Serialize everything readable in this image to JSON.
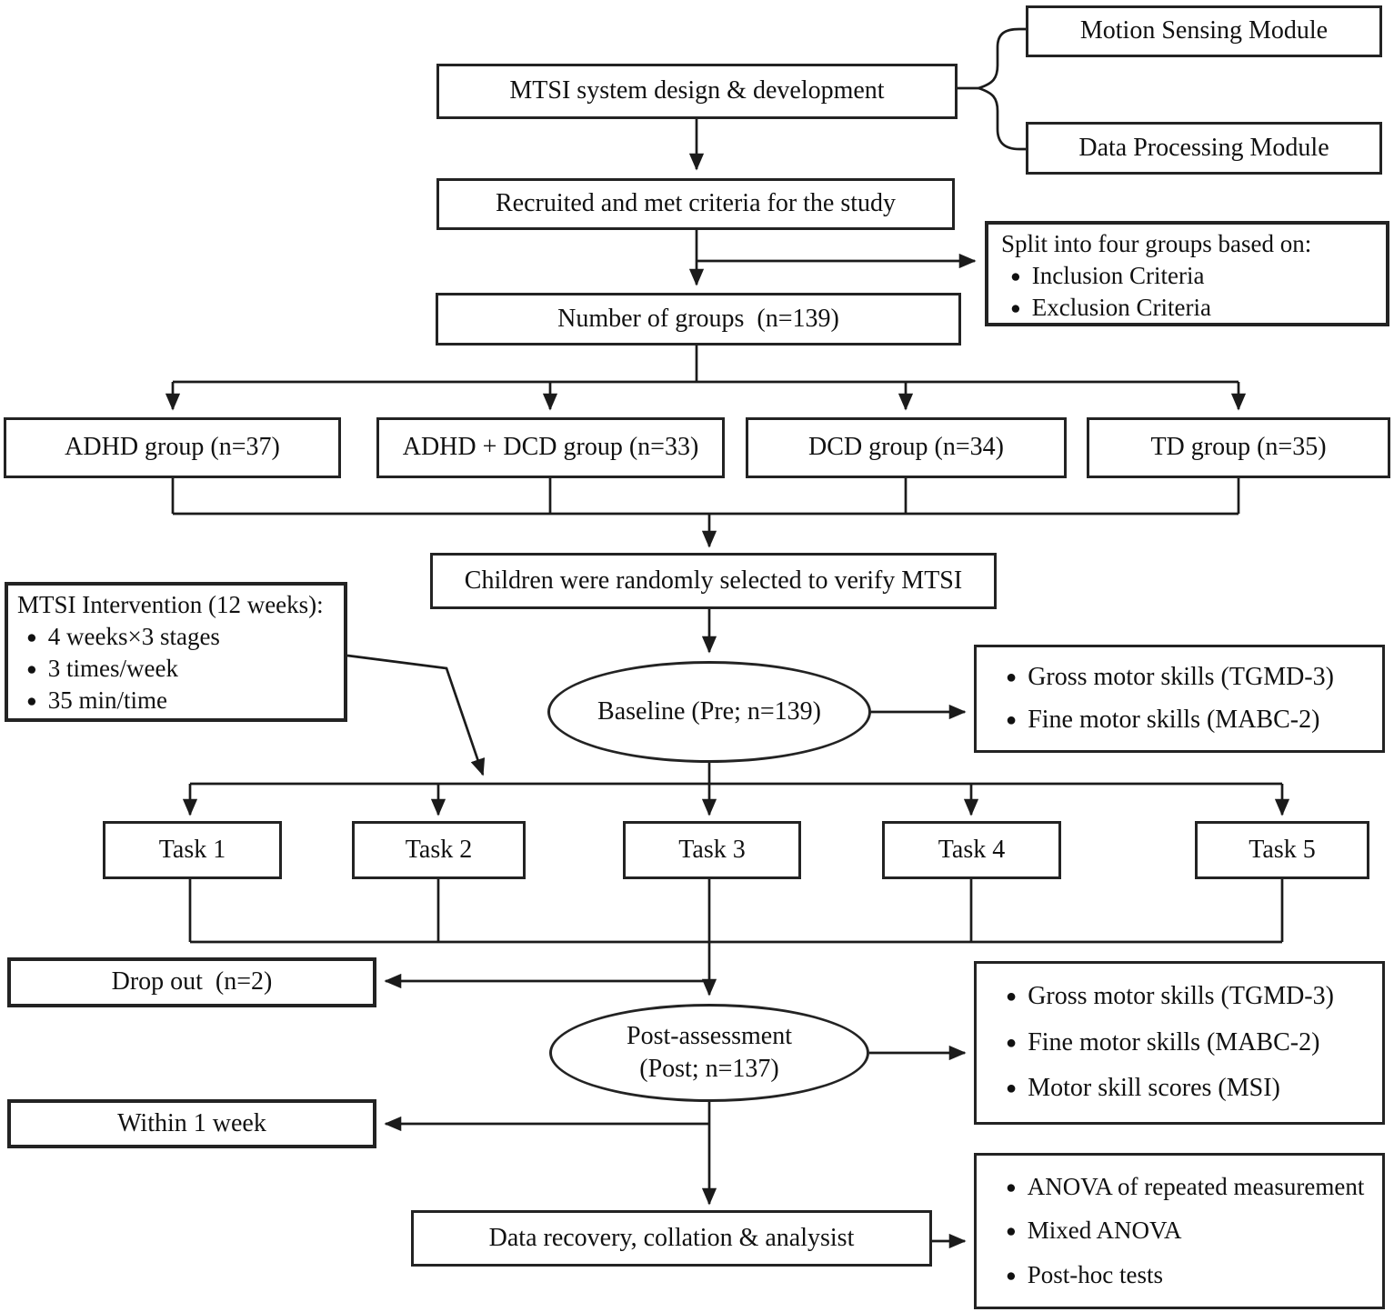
{
  "ui": {
    "bullet_char": "●"
  },
  "colors": {
    "line": "#1b1b1b",
    "box_border": "#232323",
    "text": "#111111",
    "background": "#ffffff"
  },
  "nodes": {
    "mtsi_system": "MTSI system design & development",
    "motion_module": "Motion Sensing Module",
    "data_module": "Data Processing Module",
    "recruited": "Recruited and met criteria for the study",
    "split": {
      "title": "Split into four groups based on:",
      "bullets": [
        "Inclusion Criteria",
        "Exclusion Criteria"
      ]
    },
    "number_groups": "Number of groups  (n=139)",
    "groups": [
      "ADHD group (n=37)",
      "ADHD + DCD group (n=33)",
      "DCD group (n=34)",
      "TD group (n=35)"
    ],
    "children": "Children were randomly selected to verify MTSI",
    "intervention": {
      "title": "MTSI Intervention (12 weeks):",
      "bullets": [
        "4 weeks×3 stages",
        "3 times/week",
        "35 min/time"
      ]
    },
    "baseline": "Baseline (Pre; n=139)",
    "baseline_measures": {
      "bullets": [
        "Gross motor skills (TGMD-3)",
        "Fine motor skills (MABC-2)"
      ]
    },
    "tasks": [
      "Task 1",
      "Task 2",
      "Task 3",
      "Task 4",
      "Task 5"
    ],
    "drop_out": "Drop out  (n=2)",
    "post_assessment": {
      "line1": "Post-assessment",
      "line2": "(Post; n=137)"
    },
    "post_measures": {
      "bullets": [
        "Gross motor skills (TGMD-3)",
        "Fine motor skills (MABC-2)",
        "Motor skill scores (MSI)"
      ]
    },
    "within_week": "Within 1 week",
    "data_recovery": "Data recovery, collation & analysist",
    "analysis": {
      "bullets": [
        "ANOVA of repeated measurement",
        "Mixed ANOVA",
        "Post-hoc tests"
      ]
    }
  }
}
